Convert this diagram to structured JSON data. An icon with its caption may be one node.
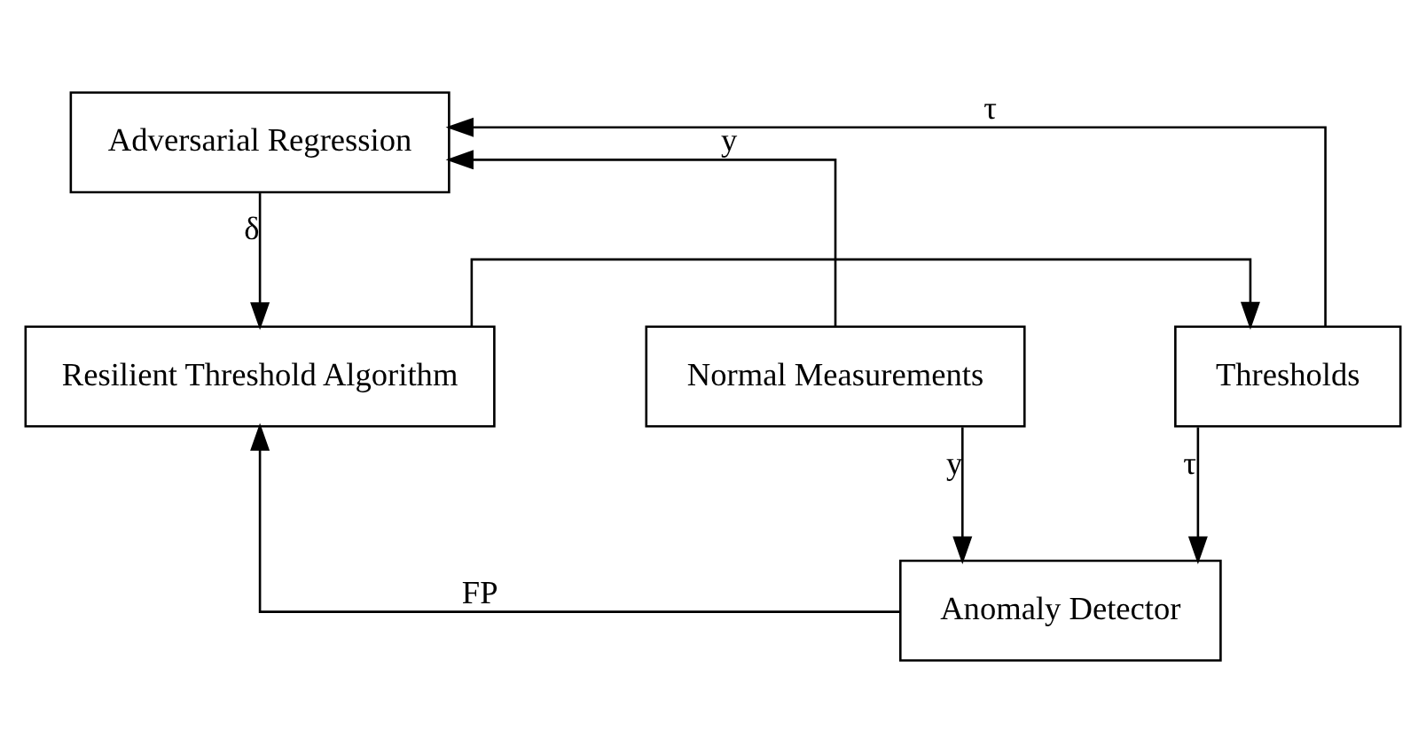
{
  "diagram": {
    "nodes": [
      {
        "text": [
          "Adversarial Regression"
        ]
      },
      {
        "text": [
          "Normal Measurements"
        ]
      },
      {
        "text": [
          "Thresholds"
        ]
      },
      {
        "text": [
          "Resilient Threshold Algorithm"
        ]
      },
      {
        "text": [
          "Anomaly Detector"
        ]
      }
    ],
    "edges": [
      {
        "from": 1,
        "to": 0,
        "arrow": "to",
        "label": "y"
      },
      {
        "from": 0,
        "to": 3,
        "arrow": "to",
        "label": "δ"
      },
      {
        "from": 3,
        "to": 2,
        "arrow": "to"
      },
      {
        "from": 2,
        "to": 0,
        "arrow": "to",
        "label": "τ"
      },
      {
        "from": 2,
        "to": 4,
        "arrow": "to",
        "label": "τ"
      },
      {
        "from": 1,
        "to": 4,
        "arrow": "to",
        "label": "y"
      },
      {
        "from": 4,
        "to": 3,
        "arrow": "to",
        "label": "FP"
      }
    ]
  }
}
